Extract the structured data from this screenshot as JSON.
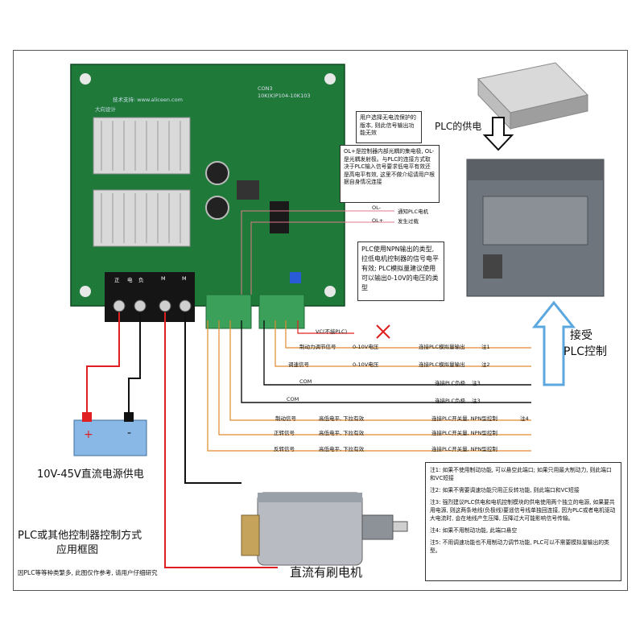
{
  "board": {
    "website": "技术支持: www.aliceen.com",
    "direction_label": "大向设计",
    "terminal_labels": [
      "正",
      "电",
      "负",
      "M",
      "M"
    ],
    "code_labels": [
      "CON3",
      "10K(K)P104-10K103"
    ]
  },
  "power_supply_label": "10V-45V直流电源供电",
  "power_terminals": {
    "plus": "+",
    "minus": "-"
  },
  "title_lines": [
    "PLC或其他控制器控制方式",
    "应用框图"
  ],
  "footnote": "因PLC等等种类繁多, 此图仅作参考, 请用户仔细研究",
  "motor_label": "直流有刷电机",
  "plc_supply_label": "PLC的供电",
  "plc_control_label": [
    "接受",
    "PLC控制"
  ],
  "notes": {
    "protection": "用户选择无电流保护的版本, 则此信号输出功能无效",
    "ol": "OL+是控制器内部光耦的集电极, OL-是光耦发射极。与PLC的连接方式取决于PLC输入信号要求低电平有效还是高电平有效, 这里不做介绍请用户根据自身情况连接",
    "npn": "PLC使用NPN输出的类型, 拉低电机控制器的信号电平有效; PLC模拟量建议使用可以输出0-10V的电压的类型"
  },
  "ol_labels": {
    "minus": "OL-",
    "plus": "OL+",
    "notify": [
      "通知PLC电机",
      "发生过载"
    ]
  },
  "signal_rows": [
    {
      "name": "VC(不接PLC)",
      "mid": "",
      "desc": ""
    },
    {
      "name": "制动力调节信号",
      "mid": "0-10V电压",
      "desc": "连接PLC模拟量输出",
      "note": "注1"
    },
    {
      "name": "调速信号",
      "mid": "0-10V电压",
      "desc": "连接PLC模拟量输出",
      "note": "注2"
    },
    {
      "name": "COM",
      "mid": "",
      "desc": "连接PLC负极",
      "note": "注3"
    },
    {
      "name": "COM",
      "mid": "",
      "desc": "连接PLC负极",
      "note": "注3"
    },
    {
      "name": "制动信号",
      "mid": "高低电平, 下拉有效",
      "desc": "连接PLC开关量, NPN型控制",
      "note": "注4"
    },
    {
      "name": "正转信号",
      "mid": "高低电平, 下拉有效",
      "desc": "连接PLC开关量, NPN型控制",
      "note": ""
    },
    {
      "name": "反转信号",
      "mid": "高低电平, 下拉有效",
      "desc": "连接PLC开关量, NPN型控制",
      "note": ""
    }
  ],
  "footnotes": [
    "注1: 如果不使用制动功能, 可以悬空此端口; 如果只用最大制动力, 则此端口和VC短接",
    "注2: 如果不需要调速功能只用正反转功能, 则此端口和VC短接",
    "注3: 强烈建议PLC供电和电机控制模块的供电使用两个独立的电源, 如果要共用电源, 则这两条地线(负极线)要遥信号线单独回连接, 因为PLC或者电机驱动大电流时, 会在地线产生压降, 压降过大可能影响信号传输。",
    "注4: 如果不用制动功能, 此端口悬空",
    "注5: 不用调速功能也不用制动力调节功能, PLC可以不需要模拟量输出的类型。"
  ],
  "colors": {
    "red_wire": "#e02020",
    "black_wire": "#111111",
    "orange_wire": "#e08a30",
    "arrow_blue": "#5aa8df",
    "board_green": "#1f7a3a"
  }
}
